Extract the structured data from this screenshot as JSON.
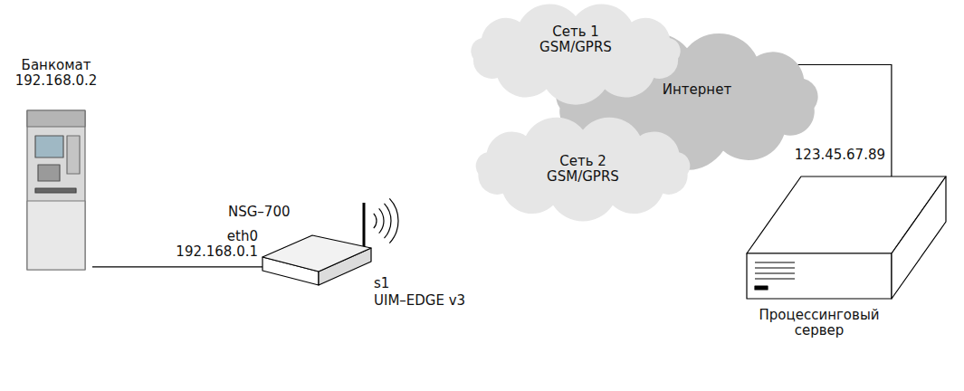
{
  "diagram": {
    "nodes": [
      {
        "text": [
          "Сеть 1 GSM/GPRS"
        ]
      },
      {
        "text": [
          "Интернет"
        ]
      },
      {
        "text": [
          "Сеть 2 GSM/GPRS"
        ]
      },
      {
        "text": [
          "Банкомат 192.168.0.2"
        ]
      },
      {
        "text": [
          "NSG–700"
        ]
      },
      {
        "text": [
          "Процессинговый сервер"
        ]
      }
    ],
    "edges": [
      {
        "from": 3,
        "to": 4,
        "arrow": "none"
      },
      {
        "from": 1,
        "to": 5,
        "arrow": "none"
      }
    ],
    "labels": [
      "eth0",
      "192.168.0.1",
      "s1",
      "UIM–EDGE v3",
      "123.45.67.89"
    ]
  }
}
